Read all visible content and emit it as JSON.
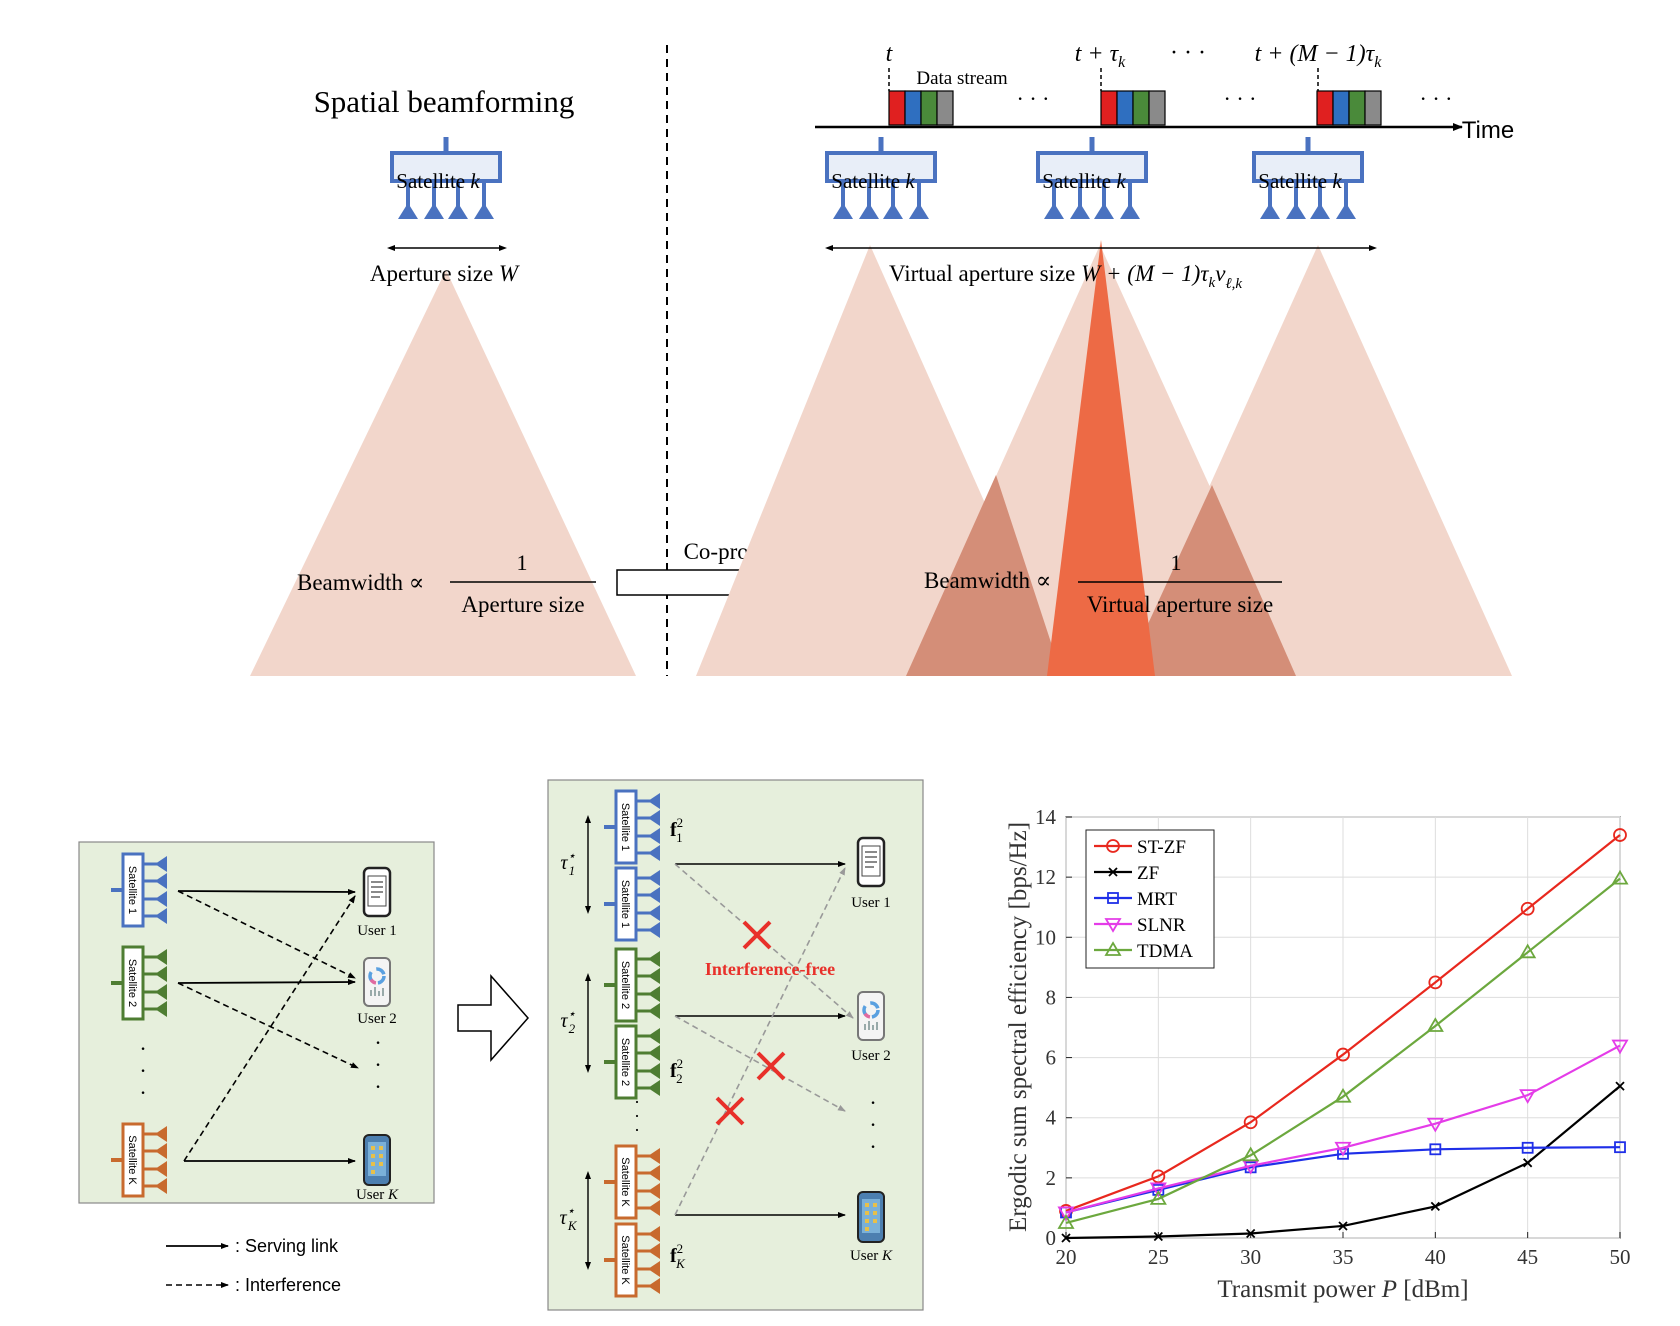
{
  "top": {
    "spatial_title": "Spatial beamforming",
    "satellite_label": "Satellite",
    "satellite_index": "k",
    "aperture_label": "Aperture size ",
    "aperture_var": "W",
    "virtual_aperture_label": "Virtual aperture size ",
    "virtual_aperture_expr": "W + (M − 1)τ",
    "virtual_aperture_sub1": "k",
    "virtual_aperture_v": "v",
    "virtual_aperture_sub2": "ℓ,k",
    "time_t": "t",
    "time_t_tau": "t + τ",
    "time_t_tau_sub": "k",
    "time_t_m": "t + (M − 1)τ",
    "time_t_m_sub": "k",
    "ellipsis": "· · ·",
    "data_stream": "Data stream",
    "time_axis": "Time",
    "beamwidth_label": "Beamwidth ∝",
    "frac_num": "1",
    "frac_den_left": "Aperture size",
    "frac_den_right": "Virtual aperture size",
    "coprocessing": "Co-processing",
    "stream_colors": [
      "#e02020",
      "#2f6fc0",
      "#4a8a3a",
      "#8a8a8a"
    ]
  },
  "bottom_left": {
    "satellites": [
      "Satellite 1",
      "Satellite 2",
      "Satellite K"
    ],
    "users": [
      "User 1",
      "User 2",
      "User K"
    ],
    "legend_serving": ": Serving link",
    "legend_interference": ": Interference"
  },
  "bottom_mid": {
    "satellites": [
      "Satellite 1",
      "Satellite 1",
      "Satellite 2",
      "Satellite 2",
      "Satellite K",
      "Satellite K"
    ],
    "tau": [
      "τ",
      "τ",
      "τ"
    ],
    "tau_sub": [
      "1",
      "2",
      "K"
    ],
    "tau_sup": "⋆",
    "f_label": "f",
    "f_sub": [
      "1",
      "2",
      "K"
    ],
    "f_sup": "2",
    "interference_free": "Interference-free",
    "users": [
      "User 1",
      "User 2",
      "User K"
    ]
  },
  "chart_data": {
    "type": "line",
    "title": "",
    "xlabel": "Transmit power P [dBm]",
    "ylabel": "Ergodic sum spectral efficiency [bps/Hz]",
    "x": [
      20,
      25,
      30,
      35,
      40,
      45,
      50
    ],
    "xlim": [
      20,
      50
    ],
    "ylim": [
      0,
      14
    ],
    "xticks": [
      20,
      25,
      30,
      35,
      40,
      45,
      50
    ],
    "yticks": [
      0,
      2,
      4,
      6,
      8,
      10,
      12,
      14
    ],
    "grid": true,
    "legend_position": "top-left",
    "series": [
      {
        "name": "ST-ZF",
        "color": "#e8281e",
        "marker": "circle",
        "values": [
          0.9,
          2.05,
          3.85,
          6.1,
          8.5,
          10.95,
          13.4
        ]
      },
      {
        "name": "ZF",
        "color": "#000000",
        "marker": "x",
        "values": [
          0.0,
          0.05,
          0.15,
          0.4,
          1.05,
          2.5,
          5.05
        ]
      },
      {
        "name": "MRT",
        "color": "#1f2fe8",
        "marker": "square",
        "values": [
          0.85,
          1.6,
          2.35,
          2.8,
          2.95,
          3.0,
          3.02
        ]
      },
      {
        "name": "SLNR",
        "color": "#e43ce8",
        "marker": "triangle-down",
        "values": [
          0.85,
          1.65,
          2.4,
          3.0,
          3.8,
          4.75,
          6.4
        ]
      },
      {
        "name": "TDMA",
        "color": "#6ca83e",
        "marker": "triangle-up",
        "values": [
          0.5,
          1.3,
          2.75,
          4.7,
          7.05,
          9.5,
          11.95
        ]
      }
    ]
  }
}
